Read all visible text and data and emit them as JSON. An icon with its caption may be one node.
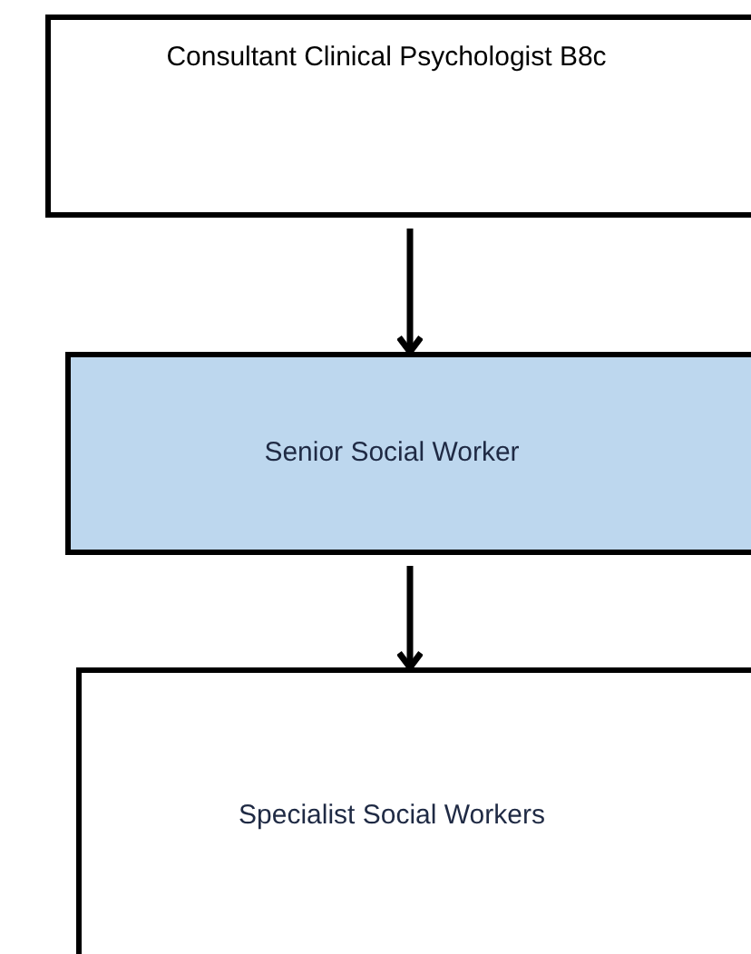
{
  "diagram": {
    "nodes": [
      {
        "text": [
          "Consultant Clinical Psychologist B8c"
        ]
      },
      {
        "text": [
          "Senior Social Worker"
        ]
      },
      {
        "text": [
          "Specialist Social Workers"
        ]
      }
    ],
    "edges": [
      {
        "from": 0,
        "to": 1,
        "arrow": "to"
      },
      {
        "from": 1,
        "to": 2,
        "arrow": "to"
      }
    ]
  }
}
